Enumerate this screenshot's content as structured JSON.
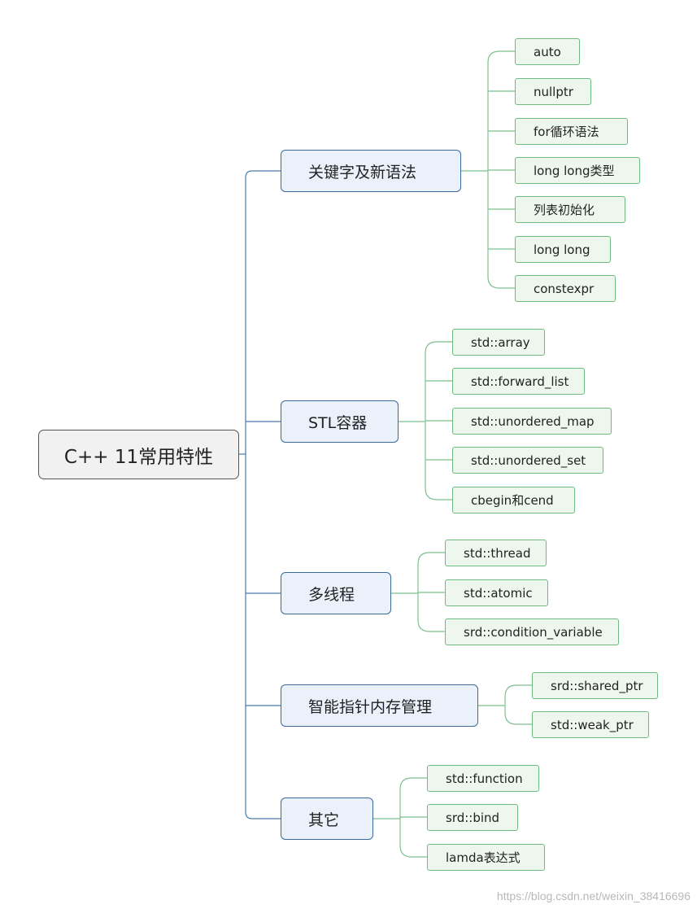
{
  "root": {
    "label": "C++ 11常用特性"
  },
  "categories": [
    {
      "label": "关键字及新语法",
      "children": [
        "auto",
        "nullptr",
        "for循环语法",
        "long long类型",
        "列表初始化",
        "long long",
        "constexpr"
      ]
    },
    {
      "label": "STL容器",
      "children": [
        "std::array",
        "std::forward_list",
        "std::unordered_map",
        "std::unordered_set",
        "cbegin和cend"
      ]
    },
    {
      "label": "多线程",
      "children": [
        "std::thread",
        "std::atomic",
        "srd::condition_variable"
      ]
    },
    {
      "label": "智能指针内存管理",
      "children": [
        "srd::shared_ptr",
        "std::weak_ptr"
      ]
    },
    {
      "label": "其它",
      "children": [
        "std::function",
        "srd::bind",
        "lamda表达式"
      ]
    }
  ],
  "colors": {
    "root_line": "#4a7bab",
    "leaf_line": "#7cc08e",
    "root_bg": "#f1f1f1",
    "category_bg": "#eaf1fb",
    "leaf_bg": "#eef7ee"
  },
  "watermark": "https://blog.csdn.net/weixin_38416696"
}
